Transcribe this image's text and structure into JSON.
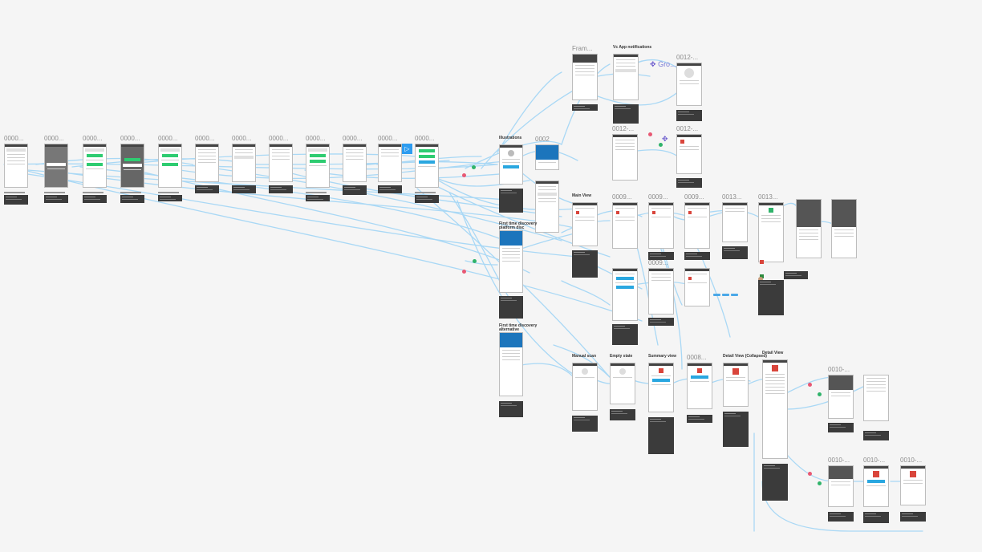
{
  "frame_titles": {
    "f01": "0000...",
    "f02": "0000...",
    "f03": "0000...",
    "f04": "0000...",
    "f05": "0000...",
    "f06": "0000...",
    "f07": "0000...",
    "f08": "0000...",
    "f09": "0000...",
    "f10": "0000...",
    "f11": "0000...",
    "f12": "0000...",
    "onb1": "Illustrations",
    "f0002": "0002",
    "onb2": "First time discovery platform disc",
    "onb3": "First time discovery alternative",
    "fram": "Fram...",
    "vapp": "Vc App notifications",
    "g0012a": "0012-...",
    "g0012b": "0012-...",
    "g0012c": "0012-...",
    "main": "Main View",
    "g0009a": "0009...",
    "g0009b": "0009...",
    "g0013a": "0013...",
    "g0013b": "0013...",
    "g0009c": "0009...",
    "g0009d": "0009...",
    "manual": "Manual scan",
    "empty": "Empty state",
    "summary": "Summary view",
    "g0008": "0008...",
    "detail1": "Detail View (Collapsed)",
    "detail2": "Detail View",
    "g0010a": "0010-...",
    "g0010b": "0010-...",
    "g0010c": "0010-...",
    "g0010d": "0010-..."
  },
  "logo": {
    "text": "Gro...",
    "icon": "grid-logo-icon"
  },
  "play": {
    "icon": "play-icon",
    "glyph": "▷"
  },
  "colors": {
    "canvas": "#f5f5f5",
    "connector": "#a9d8f5",
    "note": "#3b3b3b",
    "accent_blue": "#2aa7e0",
    "accent_green": "#2ecc71",
    "pin_red": "#e85873",
    "pin_green": "#2fb36a",
    "hero_blue": "#1c75bc"
  }
}
